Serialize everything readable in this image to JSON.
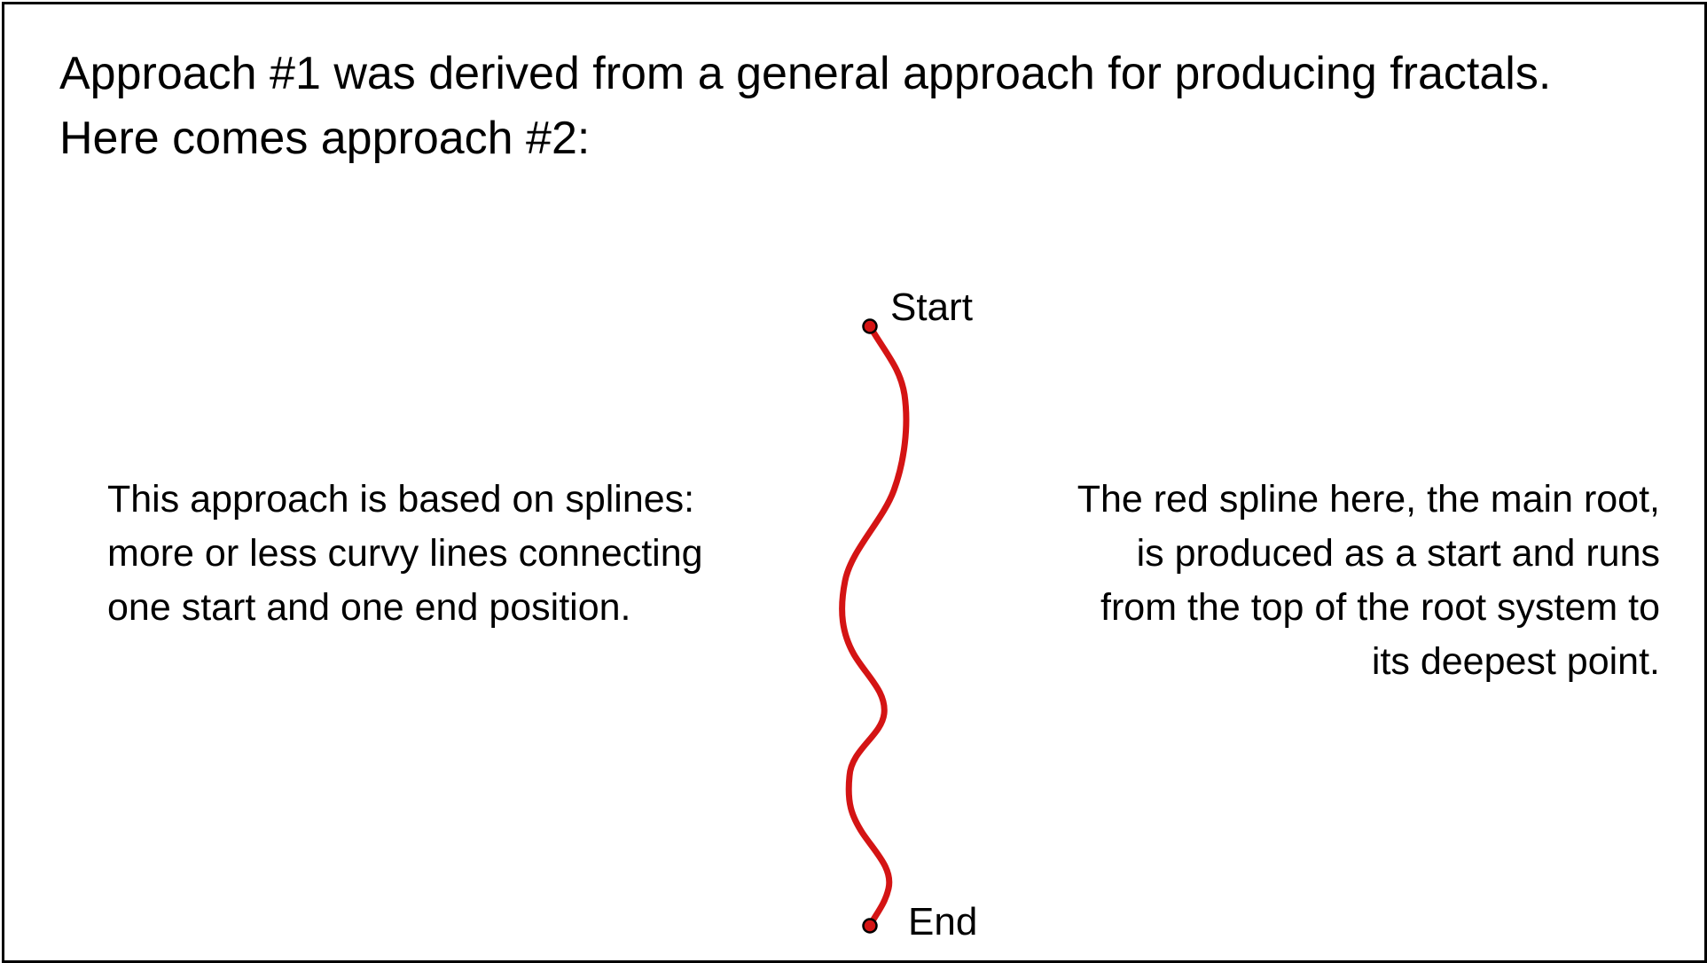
{
  "heading": {
    "line1": "Approach #1 was derived from a general approach for producing fractals.",
    "line2": "Here comes approach #2:"
  },
  "left_text": {
    "line1": "This approach is based on splines:",
    "line2": "more or less curvy lines connecting",
    "line3": "one start and one end position."
  },
  "right_text": {
    "line1": "The red spline here, the main root,",
    "line2": "is produced as a start and runs",
    "line3": "from the top of the root system to",
    "line4": "its deepest point."
  },
  "diagram": {
    "start_label": "Start",
    "end_label": "End",
    "spline_color": "#d41414",
    "point_fill": "#d41414",
    "point_stroke": "#000000"
  }
}
